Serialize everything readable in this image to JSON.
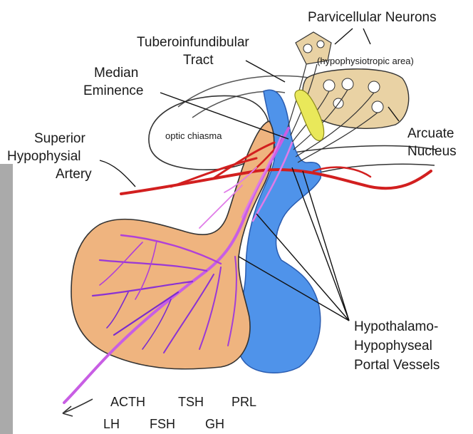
{
  "labels": {
    "parvicellular": "Parvicellular Neurons",
    "hypophysiotropic": "(hypophysiotropic area)",
    "tubero_line1": "Tuberoinfundibular",
    "tubero_line2": "Tract",
    "median_line1": "Median",
    "median_line2": "Eminence",
    "optic": "optic chiasma",
    "superior_line1": "Superior",
    "superior_line2": "Hypophysial",
    "superior_line3": "Artery",
    "arcuate_line1": "Arcuate",
    "arcuate_line2": "Nucleus",
    "portal_line1": "Hypothalamo-",
    "portal_line2": "Hypophyseal",
    "portal_line3": "Portal Vessels"
  },
  "hormones": {
    "row1": [
      "ACTH",
      "TSH",
      "PRL"
    ],
    "row2": [
      "LH",
      "FSH",
      "GH"
    ]
  },
  "colors": {
    "posterior_pituitary": "#4f93ea",
    "anterior_pituitary": "#efb47f",
    "neuron_body": "#e9d2a4",
    "tract": "#e9e85a",
    "artery": "#d21f1f",
    "portal_vessel": "#c85ee4",
    "portal_vessel_dark": "#7a2bd0",
    "sidebar": "#aaaaaa"
  }
}
